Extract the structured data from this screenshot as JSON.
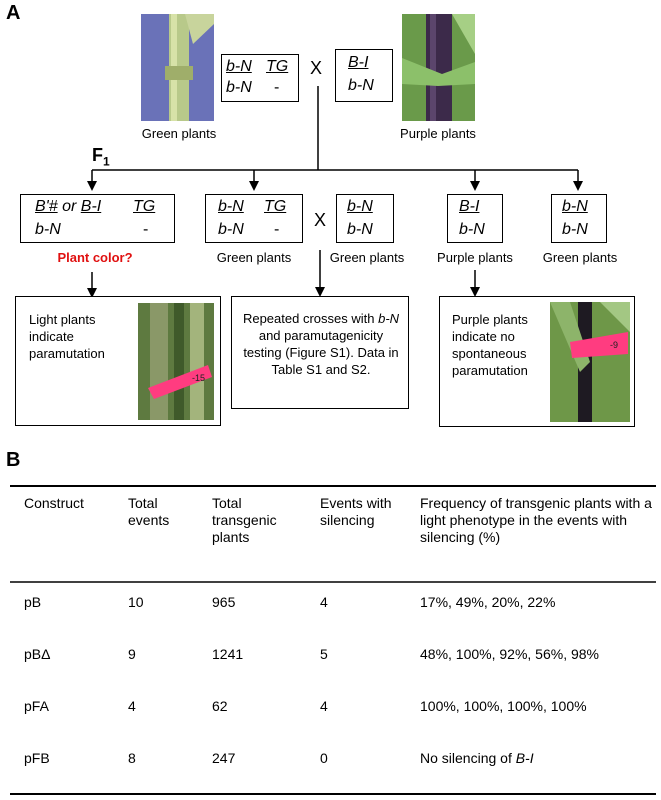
{
  "panelA": {
    "label": "A",
    "cross_symbol": "X",
    "parents": {
      "green": {
        "caption": "Green plants",
        "geno": {
          "r1": [
            "b-N",
            "TG"
          ],
          "r2": [
            "b-N",
            "-"
          ]
        }
      },
      "purple": {
        "caption": "Purple plants",
        "geno": {
          "r1": [
            "B-I"
          ],
          "r2": [
            "b-N"
          ]
        }
      }
    },
    "f1": {
      "label": "F",
      "sub": "1"
    },
    "progeny": [
      {
        "geno_r1": [
          "B'#",
          "or",
          "B-I",
          "TG"
        ],
        "geno_r2": [
          "b-N",
          "-"
        ],
        "caption": "Plant color?"
      },
      {
        "geno_r1": [
          "b-N",
          "TG"
        ],
        "geno_r2": [
          "b-N",
          "-"
        ],
        "caption": "Green plants"
      },
      {
        "geno_r1": [
          "B-I"
        ],
        "geno_r2": [
          "b-N"
        ],
        "caption": "Purple plants"
      },
      {
        "geno_r1": [
          "b-N"
        ],
        "geno_r2": [
          "b-N"
        ],
        "caption": "Green plants"
      }
    ],
    "tester": {
      "geno_r1": [
        "b-N"
      ],
      "geno_r2": [
        "b-N"
      ],
      "caption": "Green plants"
    },
    "outcomes": {
      "left": "Light plants indicate paramutation",
      "middle_pre": "Repeated crosses with",
      "middle_geno": "b-N",
      "middle_post": "and paramutagenicity testing (Figure S1). Data in Table S1 and S2.",
      "right": "Purple plants indicate no spontaneous paramutation"
    },
    "tag_labels": {
      "left": "-15",
      "right": "-9"
    },
    "colors": {
      "red": "#e01010",
      "tag_pink": "#ff3c80"
    }
  },
  "panelB": {
    "label": "B",
    "headers": [
      "Construct",
      "Total events",
      "Total transgenic plants",
      "Events with silencing",
      "Frequency of transgenic plants with a light phenotype in the events with silencing (%)"
    ],
    "rows": [
      [
        "pB",
        "10",
        "965",
        "4",
        "17%, 49%, 20%, 22%"
      ],
      [
        "pBΔ",
        "9",
        "1241",
        "5",
        "48%, 100%, 92%, 56%, 98%"
      ],
      [
        "pFA",
        "4",
        "62",
        "4",
        "100%, 100%, 100%, 100%"
      ],
      [
        "pFB",
        "8",
        "247",
        "0",
        "No silencing of"
      ]
    ],
    "last_italic": "B-I"
  }
}
